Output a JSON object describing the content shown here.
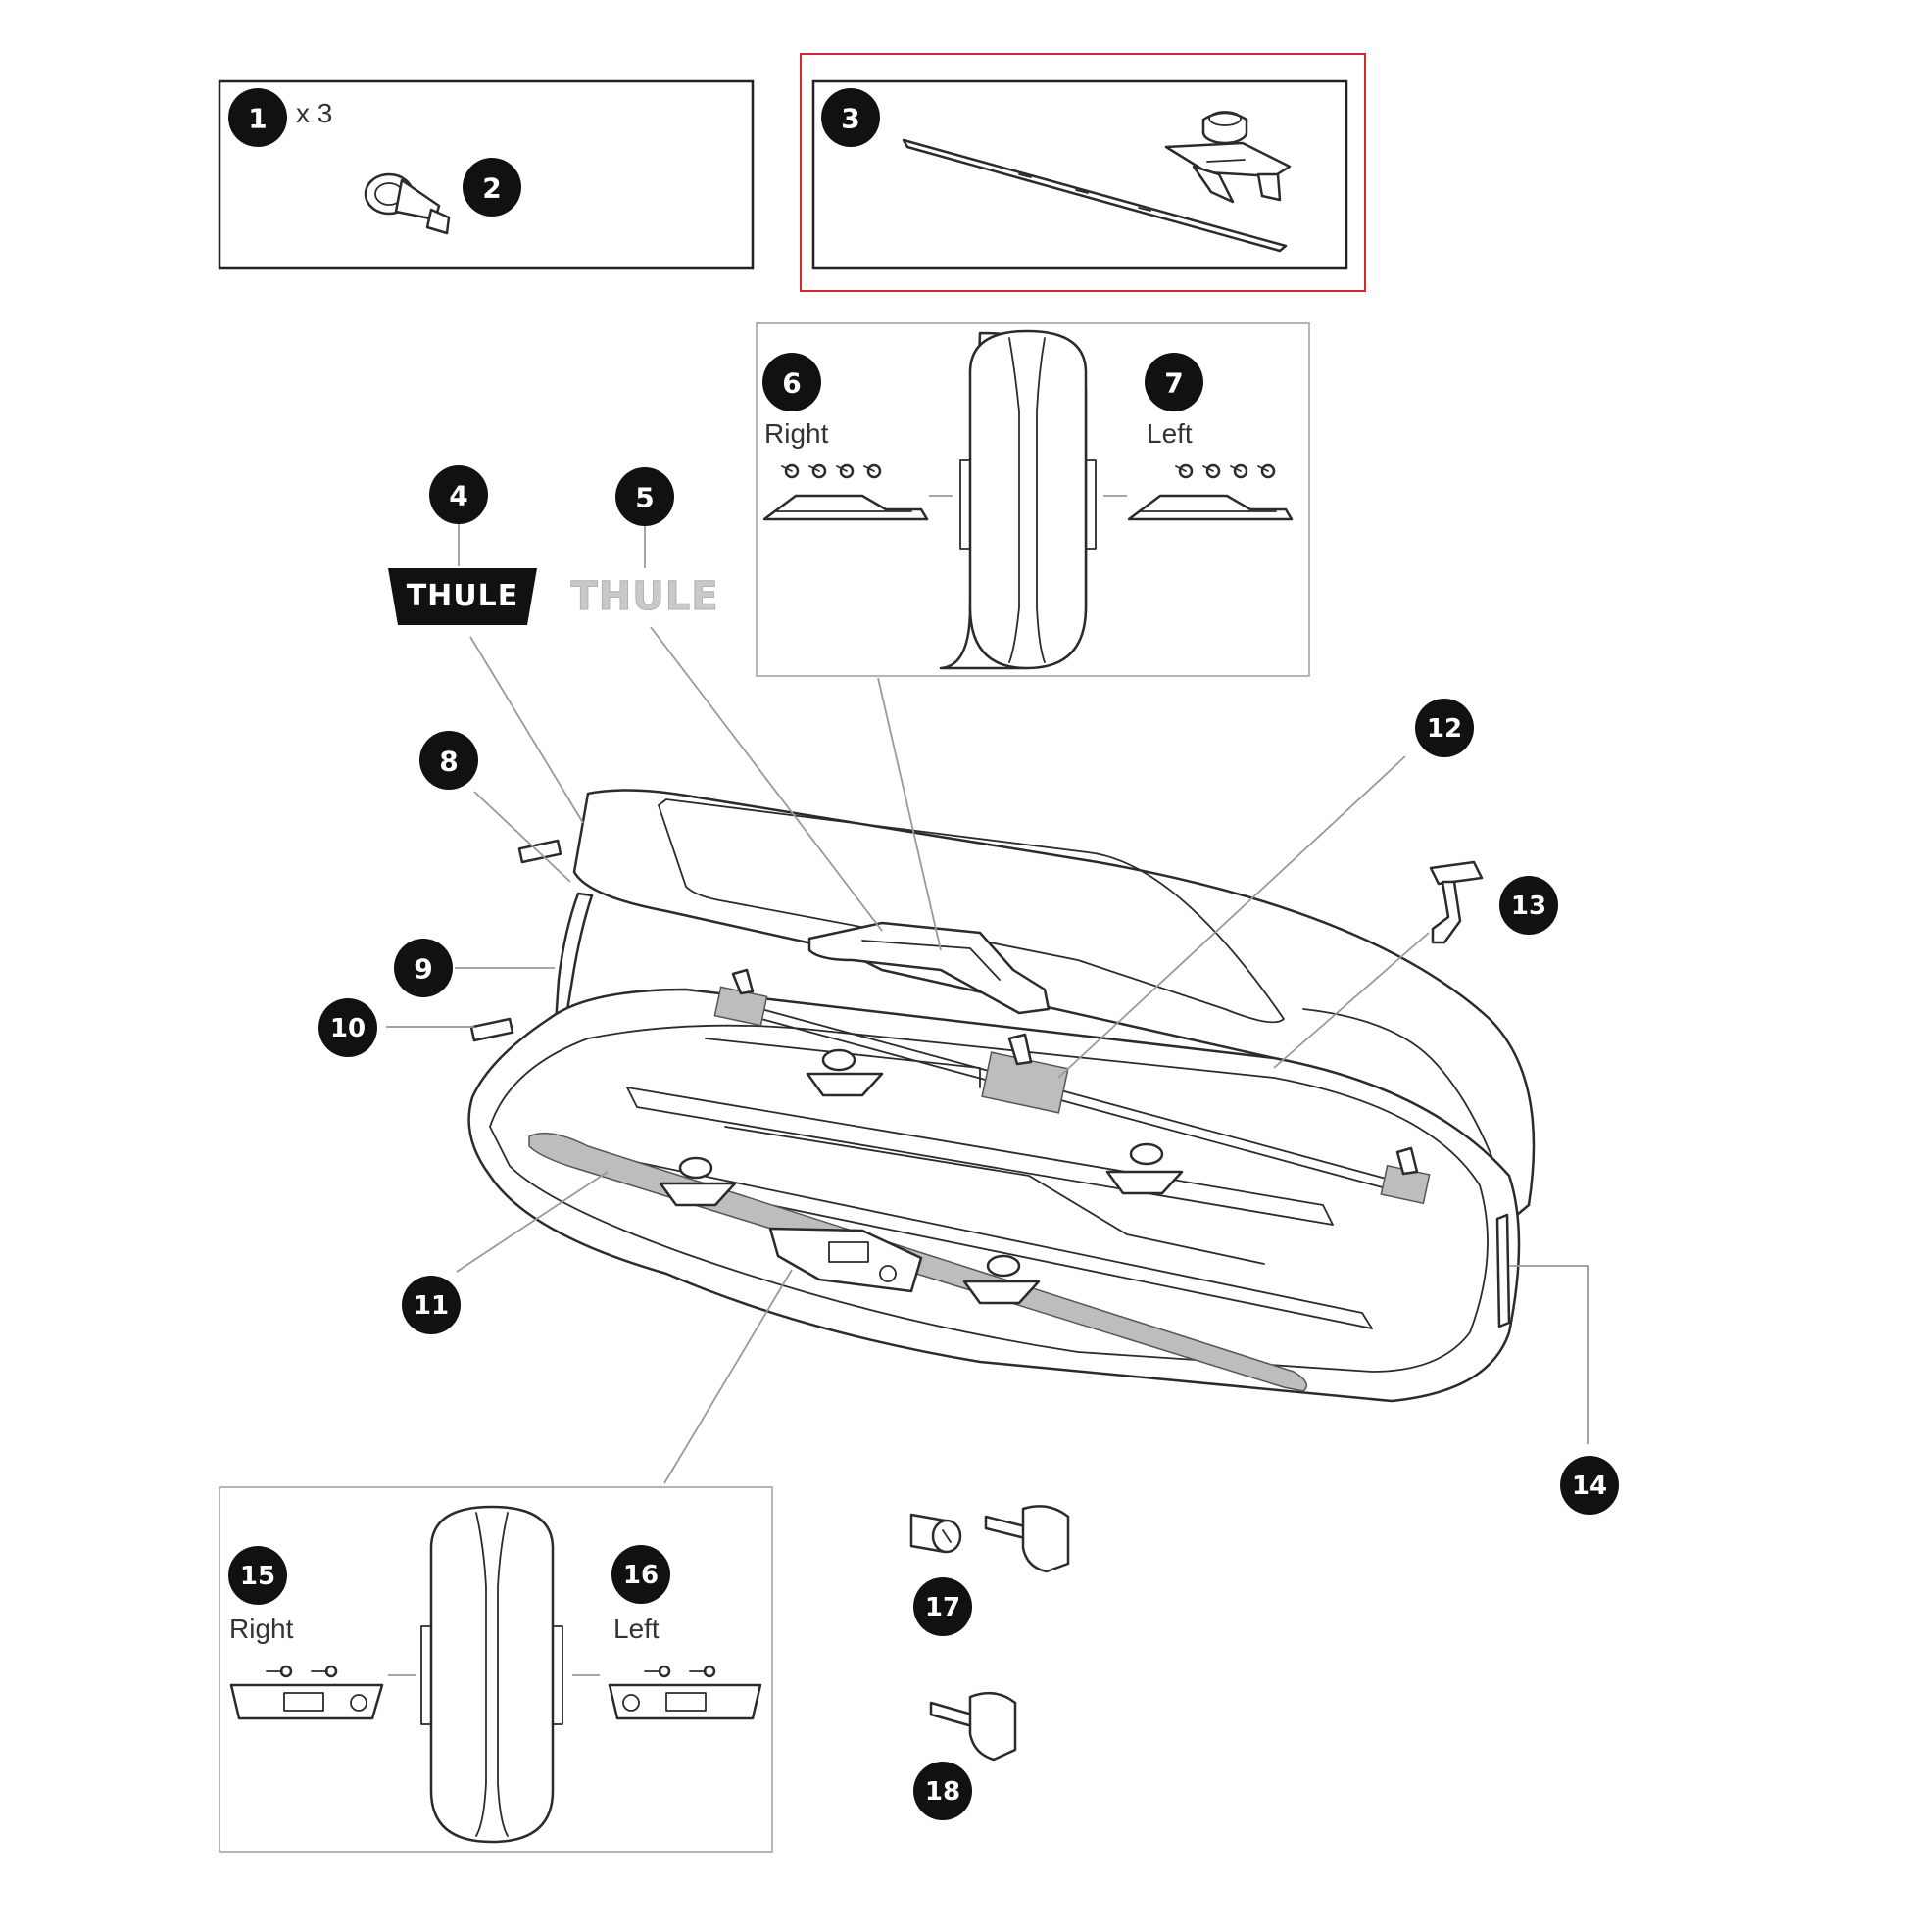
{
  "quantity_note": "x 3",
  "callouts": {
    "c1": "1",
    "c2": "2",
    "c3": "3",
    "c4": "4",
    "c5": "5",
    "c6": "6",
    "c7": "7",
    "c8": "8",
    "c9": "9",
    "c10": "10",
    "c11": "11",
    "c12": "12",
    "c13": "13",
    "c14": "14",
    "c15": "15",
    "c16": "16",
    "c17": "17",
    "c18": "18"
  },
  "side_labels": {
    "top_right": "Right",
    "top_left": "Left",
    "bottom_right": "Right",
    "bottom_left": "Left"
  },
  "logos": {
    "black": "THULE",
    "gray": "THULE"
  },
  "colors": {
    "highlight_box": "#d9272e",
    "callout_fill": "#111111",
    "gray_logo": "#c9c9c9"
  }
}
